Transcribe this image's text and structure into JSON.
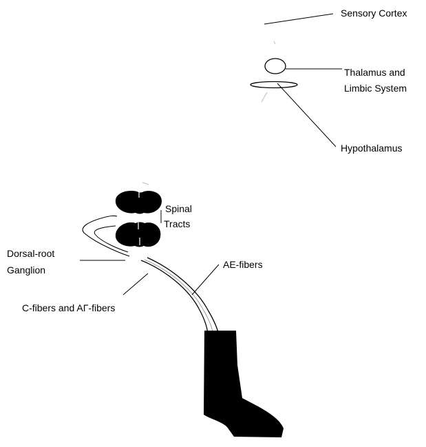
{
  "labels": {
    "sensory_cortex": "Sensory Cortex",
    "thalamus_line1": "Thalamus and",
    "thalamus_line2": "Limbic System",
    "hypothalamus": "Hypothalamus",
    "spinal_line1": "Spinal",
    "spinal_line2": "Tracts",
    "dorsal_line1": "Dorsal-root",
    "dorsal_line2": "Ganglion",
    "ae_fibers": "AE-fibers",
    "c_fibers": "C-fibers and AΓ-fibers"
  },
  "colors": {
    "ink": "#000000",
    "paper": "#ffffff",
    "faint": "#bbbbbb"
  }
}
